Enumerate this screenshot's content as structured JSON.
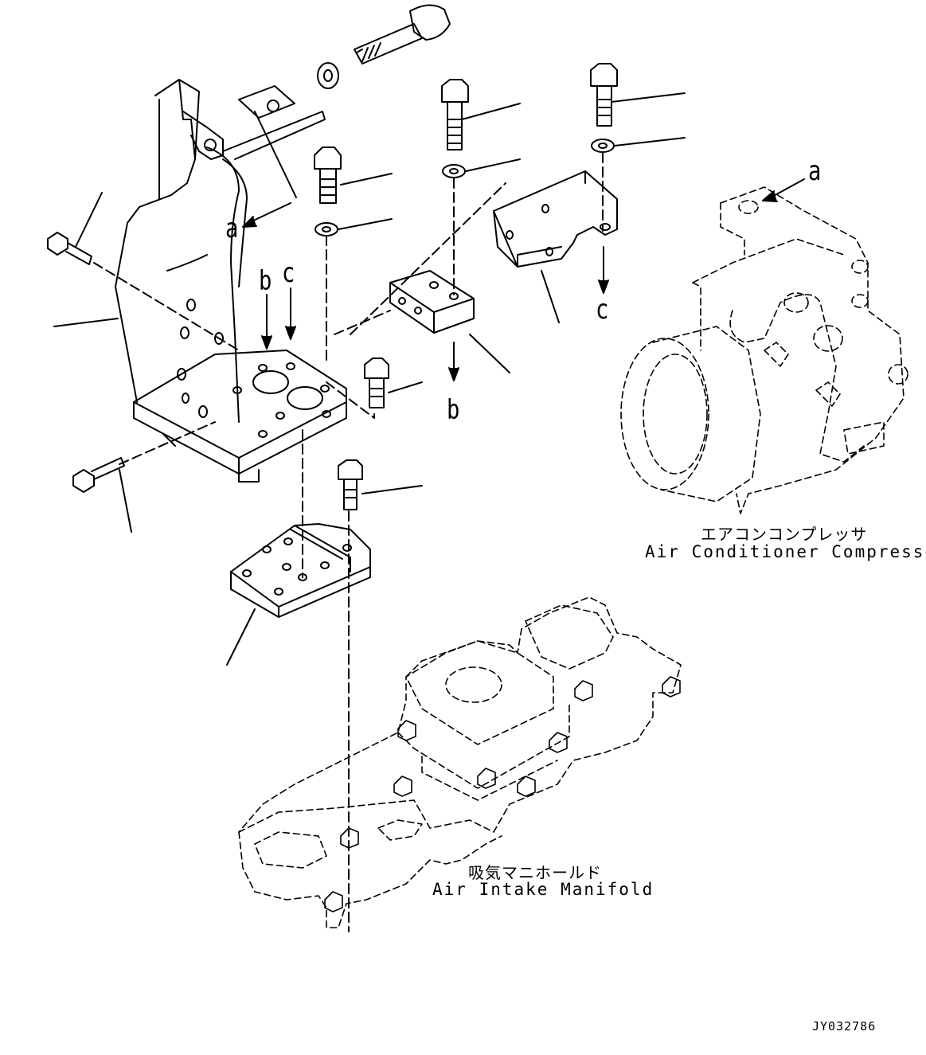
{
  "callouts": {
    "a_main": "a",
    "a_compressor": "a",
    "b_top": "b",
    "c_top": "c",
    "b_bottom": "b",
    "c_bottom": "c"
  },
  "components": {
    "compressor_jp": "エアコンコンプレッサ",
    "compressor_en": "Air Conditioner Compressor",
    "manifold_jp": "吸気マニホールド",
    "manifold_en": "Air Intake Manifold"
  },
  "drawing_number": "JY032786",
  "colors": {
    "line": "#000000",
    "background": "#ffffff"
  }
}
